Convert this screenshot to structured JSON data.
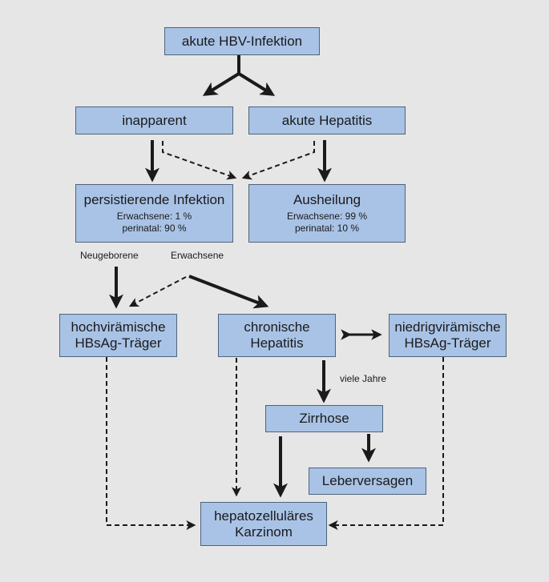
{
  "boxes": {
    "akute_hbv": "akute HBV-Infektion",
    "inapparent": "inapparent",
    "akute_hepatitis": "akute Hepatitis",
    "persistierende": {
      "title": "persistierende Infektion",
      "line1": "Erwachsene: 1 %",
      "line2": "perinatal: 90 %"
    },
    "ausheilung": {
      "title": "Ausheilung",
      "line1": "Erwachsene: 99 %",
      "line2": "perinatal: 10 %"
    },
    "hochviraemische": {
      "line1": "hochvirämische",
      "line2": "HBsAg-Träger"
    },
    "chronische": {
      "line1": "chronische",
      "line2": "Hepatitis"
    },
    "niedrigviraemische": {
      "line1": "niedrigvirämische",
      "line2": "HBsAg-Träger"
    },
    "zirrhose": "Zirrhose",
    "leberversagen": "Leberversagen",
    "hcc": {
      "line1": "hepatozelluläres",
      "line2": "Karzinom"
    }
  },
  "labels": {
    "neugeborene": "Neugeborene",
    "erwachsene": "Erwachsene",
    "viele_jahre": "viele Jahre"
  }
}
